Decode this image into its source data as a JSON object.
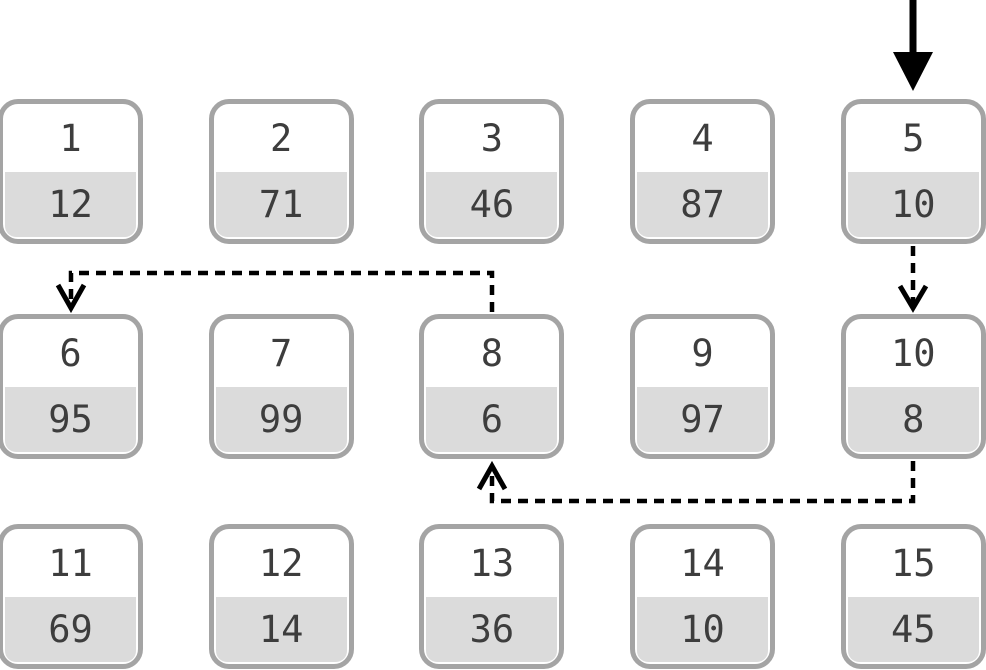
{
  "colors": {
    "box_border": "#a4a4a4",
    "box_top_fill": "#ffffff",
    "box_bottom_fill": "#dbdbdb",
    "digit_color": "#3d3d3d",
    "arrow_color": "#000000"
  },
  "cells": [
    {
      "index": "1",
      "value": "12"
    },
    {
      "index": "2",
      "value": "71"
    },
    {
      "index": "3",
      "value": "46"
    },
    {
      "index": "4",
      "value": "87"
    },
    {
      "index": "5",
      "value": "10"
    },
    {
      "index": "6",
      "value": "95"
    },
    {
      "index": "7",
      "value": "99"
    },
    {
      "index": "8",
      "value": "6"
    },
    {
      "index": "9",
      "value": "97"
    },
    {
      "index": "10",
      "value": "8"
    },
    {
      "index": "11",
      "value": "69"
    },
    {
      "index": "12",
      "value": "14"
    },
    {
      "index": "13",
      "value": "36"
    },
    {
      "index": "14",
      "value": "10"
    },
    {
      "index": "15",
      "value": "45"
    }
  ],
  "arrows": [
    {
      "name": "insert-arrow",
      "style": "solid",
      "points_to_slot": "5"
    },
    {
      "name": "probe-arrow-5-10",
      "style": "dashed",
      "from_slot": "5",
      "to_slot": "10"
    },
    {
      "name": "probe-arrow-10-8",
      "style": "dashed",
      "from_slot": "10",
      "to_slot": "8"
    },
    {
      "name": "probe-arrow-8-6",
      "style": "dashed",
      "from_slot": "8",
      "to_slot": "6"
    }
  ]
}
